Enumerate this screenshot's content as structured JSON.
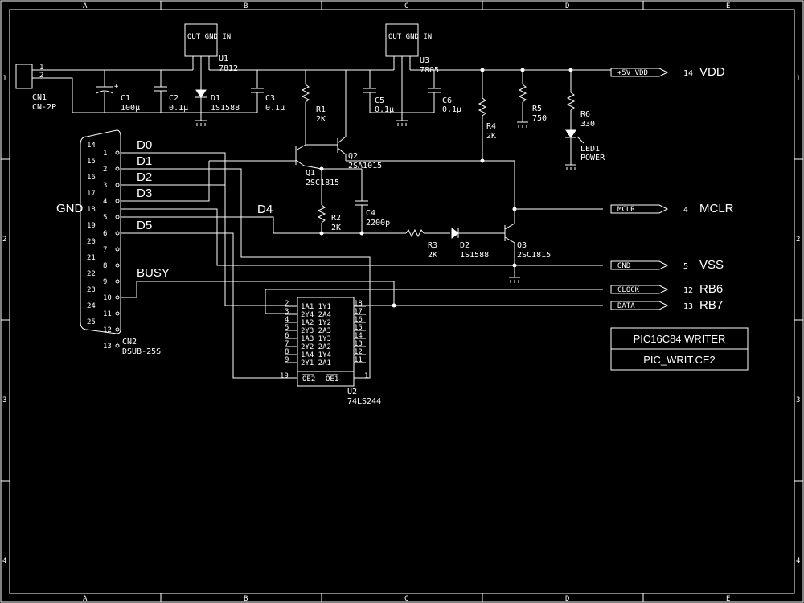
{
  "border": {
    "columns": [
      "A",
      "B",
      "C",
      "D",
      "E"
    ],
    "rows": [
      "1",
      "2",
      "3",
      "4"
    ]
  },
  "title_block": {
    "title": "PIC16C84 WRITER",
    "file": "PIC_WRIT.CE2"
  },
  "components": {
    "cn1": {
      "ref": "CN1",
      "value": "CN-2P",
      "pin1": "1",
      "pin2": "2"
    },
    "cn2": {
      "ref": "CN2",
      "value": "DSUB-25S"
    },
    "u1": {
      "ref": "U1",
      "value": "7812",
      "pins": "OUT GND IN"
    },
    "u3": {
      "ref": "U3",
      "value": "7805",
      "pins": "OUT GND IN"
    },
    "c1": {
      "ref": "C1",
      "value": "100µ"
    },
    "c2": {
      "ref": "C2",
      "value": "0.1µ"
    },
    "c3": {
      "ref": "C3",
      "value": "0.1µ"
    },
    "c5": {
      "ref": "C5",
      "value": "0.1µ"
    },
    "c6": {
      "ref": "C6",
      "value": "0.1µ"
    },
    "c4": {
      "ref": "C4",
      "value": "2200p"
    },
    "d1": {
      "ref": "D1",
      "value": "1S1588"
    },
    "d2": {
      "ref": "D2",
      "value": "1S1588"
    },
    "r1": {
      "ref": "R1",
      "value": "2K"
    },
    "r2": {
      "ref": "R2",
      "value": "2K"
    },
    "r3": {
      "ref": "R3",
      "value": "2K"
    },
    "r4": {
      "ref": "R4",
      "value": "2K"
    },
    "r5": {
      "ref": "R5",
      "value": "750"
    },
    "r6": {
      "ref": "R6",
      "value": "330"
    },
    "q1": {
      "ref": "Q1",
      "value": "2SC1815"
    },
    "q2": {
      "ref": "Q2",
      "value": "2SA1015"
    },
    "q3": {
      "ref": "Q3",
      "value": "2SC1815"
    },
    "led1": {
      "ref": "LED1",
      "value": "POWER"
    },
    "u2": {
      "ref": "U2",
      "value": "74LS244"
    }
  },
  "dsub_pins_left": [
    "14",
    "15",
    "16",
    "17",
    "18",
    "19",
    "20",
    "21",
    "22",
    "23",
    "24",
    "25"
  ],
  "dsub_pins_right": [
    "1",
    "2",
    "3",
    "4",
    "5",
    "6",
    "7",
    "8",
    "9",
    "10",
    "11",
    "12",
    "13"
  ],
  "signals": {
    "d0": "D0",
    "d1": "D1",
    "d2": "D2",
    "d3": "D3",
    "d4": "D4",
    "d5": "D5",
    "busy": "BUSY",
    "gnd": "GND"
  },
  "ic_u2": {
    "left_pins": [
      "2",
      "3",
      "4",
      "5",
      "6",
      "7",
      "8",
      "9"
    ],
    "right_pins": [
      "18",
      "17",
      "16",
      "15",
      "14",
      "13",
      "12",
      "11"
    ],
    "rows": [
      "1A1 1Y1",
      "2Y4 2A4",
      "1A2 1Y2",
      "2Y3 2A3",
      "1A3 1Y3",
      "2Y2 2A2",
      "1A4 1Y4",
      "2Y1 2A1"
    ],
    "oe2": "OE2",
    "oe1": "OE1",
    "pin19": "19",
    "pin1": "1"
  },
  "connectors": [
    {
      "flag": "+5V VDD",
      "pin": "14",
      "name": "VDD"
    },
    {
      "flag": "MCLR",
      "pin": "4",
      "name": "MCLR"
    },
    {
      "flag": "GND",
      "pin": "5",
      "name": "VSS"
    },
    {
      "flag": "CLOCK",
      "pin": "12",
      "name": "RB6"
    },
    {
      "flag": "DATA",
      "pin": "13",
      "name": "RB7"
    }
  ]
}
